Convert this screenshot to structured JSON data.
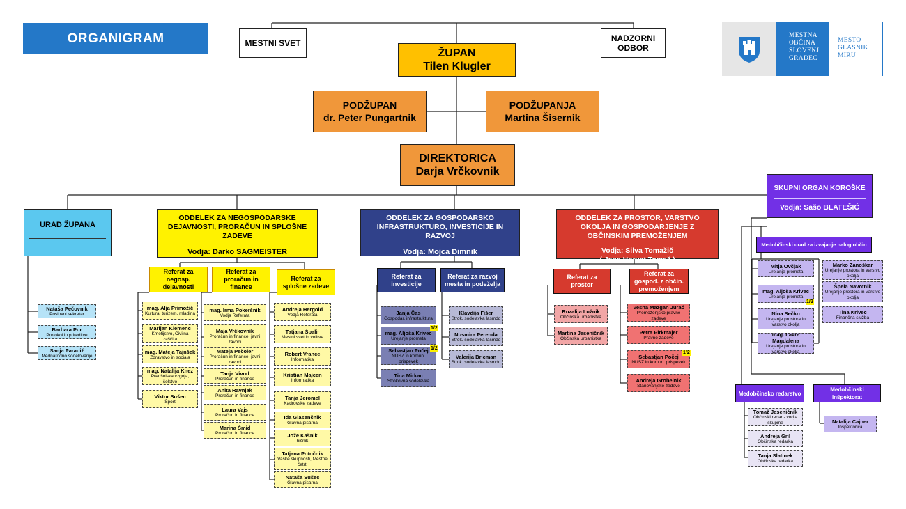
{
  "title": "ORGANIGRAM",
  "mestni_svet": "MESTNI SVET",
  "nadzorni_odbor": "NADZORNI ODBOR",
  "zupan": {
    "role": "ŽUPAN",
    "name": "Tilen Klugler"
  },
  "podzupan": {
    "role": "PODŽUPAN",
    "name": "dr. Peter Pungartnik"
  },
  "podzupanja": {
    "role": "PODŽUPANJA",
    "name": "Martina Šisernik"
  },
  "direktorica": {
    "role": "DIREKTORICA",
    "name": "Darja Vrčkovnik"
  },
  "logo": {
    "line1": "MESTNA",
    "line2": "OBČINA",
    "line3": "SLOVENJ",
    "line4": "GRADEC",
    "motto1": "MESTO",
    "motto2": "GLASNIK",
    "motto3": "MIRU"
  },
  "colors": {
    "banner": "#2478c8",
    "gold": "#ffc000",
    "orange": "#f0973a",
    "cyan": "#5bc8ef",
    "yellow": "#fff200",
    "navy": "#30418a",
    "red": "#d63a2e",
    "purple": "#7230e6"
  },
  "urad": {
    "title": "URAD ŽUPANA",
    "people": [
      {
        "name": "Nataša Pečovnik",
        "role": "Poslovni sekretar"
      },
      {
        "name": "Barbara Pur",
        "role": "Protokol in prireditve"
      },
      {
        "name": "Sanja Paradiž",
        "role": "Mednarodno sodelovanje"
      }
    ]
  },
  "negosp": {
    "title": "ODDELEK ZA NEGOSPODARSKE DEJAVNOSTI, PRORAČUN IN SPLOŠNE ZADEVE",
    "vodja": "Vodja: Darko SAGMEISTER",
    "ref1": {
      "title": "Referat za negosp. dejavnosti",
      "people": [
        {
          "name": "mag. Alja Primožič",
          "role": "Kultura, turizem, mladina"
        },
        {
          "name": "Marijan Klemenc",
          "role": "Kmetijstvo, Civilna zaščita"
        },
        {
          "name": "mag. Mateja Tajnšek",
          "role": "Zdravstvo in sociala"
        },
        {
          "name": "mag. Natalija Knez",
          "role": "Predšolska vzgoja, šolstvo"
        },
        {
          "name": "Viktor Sušec",
          "role": "Šport"
        }
      ]
    },
    "ref2": {
      "title": "Referat za proračun in finance",
      "people": [
        {
          "name": "mag. Irma Pokeršnik",
          "role": "Vodja Referata"
        },
        {
          "name": "Maja Vrčkovnik",
          "role": "Proračun in finance, javni zavodi"
        },
        {
          "name": "Mateja Pečoler",
          "role": "Proračun in finance, javni zavodi"
        },
        {
          "name": "Tanja Vivod",
          "role": "Proračun in finance"
        },
        {
          "name": "Anita Ravnjak",
          "role": "Proračun in finance"
        },
        {
          "name": "Laura Vajs",
          "role": "Proračun in finance"
        },
        {
          "name": "Marina Šmid",
          "role": "Proračun in finance"
        }
      ]
    },
    "ref3": {
      "title": "Referat za splošne zadeve",
      "people": [
        {
          "name": "Andreja Hergold",
          "role": "Vodja Referata"
        },
        {
          "name": "Tatjana Špalir",
          "role": "Mestni svet in volitve"
        },
        {
          "name": "Robert Vrance",
          "role": "Informatika"
        },
        {
          "name": "Kristian Majcen",
          "role": "Informatika"
        },
        {
          "name": "Tanja Jeromel",
          "role": "Kadrovske zadeve"
        },
        {
          "name": "Ida Glasenčnik",
          "role": "Glavna pisarna"
        },
        {
          "name": "Jože Kašnik",
          "role": "hišnik"
        },
        {
          "name": "Tatjana Potočnik",
          "role": "Vaške skupnosti, Mestne četrti"
        },
        {
          "name": "Nataša Sušec",
          "role": "Glavna pisarna"
        }
      ]
    }
  },
  "gosp": {
    "title": "ODDELEK ZA GOSPODARSKO INFRASTRUKTURO, INVESTICIJE IN RAZVOJ",
    "vodja": "Vodja: Mojca Dimnik",
    "ref1": {
      "title": "Referat za investicije",
      "people": [
        {
          "name": "Janja Čas",
          "role": "Gospodar. infrastruktura"
        },
        {
          "name": "mag. Aljoša Krivec",
          "role": "Urejanje prometa"
        },
        {
          "name": "Sebastjan Počej",
          "role": "NUSZ in komun. prispevek"
        },
        {
          "name": "Tina Mirkac",
          "role": "Strokovna sodelavka"
        }
      ]
    },
    "ref2": {
      "title": "Referat za razvoj mesta in podeželja",
      "people": [
        {
          "name": "Klavdija Fišer",
          "role": "Strok. sodelavka lasmdd"
        },
        {
          "name": "Nusmira Perenda",
          "role": "Strok. sodelavka lasmdd"
        },
        {
          "name": "Valerija Bricman",
          "role": "Strok. sodelavka lasmdd"
        }
      ]
    }
  },
  "prostor": {
    "title": "ODDELEK ZA PROSTOR, VARSTVO OKOLJA IN GOSPODARJENJE Z OBČINSKIM PREMOŽENJEM",
    "vodja": "Vodja: Silva Tomažič",
    "vodja2": "( Jana Horvat Tomaž )",
    "ref1": {
      "title": "Referat za prostor",
      "people": [
        {
          "name": "Rozalija Lužnik",
          "role": "Občinska urbanistka"
        },
        {
          "name": "Martina Jeseničnik",
          "role": "Občinska urbanistka"
        }
      ]
    },
    "ref2": {
      "title": "Referat za gospod. z občin. premoženjem",
      "people": [
        {
          "name": "Vesna Mazgan Jurač",
          "role": "Premoženjsko pravne zadeve"
        },
        {
          "name": "Petra Pirkmajer",
          "role": "Pravne zadeve"
        },
        {
          "name": "Sebastjan Počej",
          "role": "NUSZ in komun. prispevek"
        },
        {
          "name": "Andreja Grobelnik",
          "role": "Stanovanjske zadeve"
        }
      ]
    }
  },
  "skupni": {
    "title": "SKUPNI ORGAN KOROŠKE",
    "vodja": "Vodja: Sašo BLATEŠIĆ",
    "urad": {
      "title": "Medobčinski urad za izvajanje nalog občin",
      "col1": [
        {
          "name": "Mitja Ovčjak",
          "role": "Urejanje prometa"
        },
        {
          "name": "mag. Aljoša Krivec",
          "role": "Urejanje prometa"
        },
        {
          "name": "Nina Sečko",
          "role": "Urejanje prostora in varstvo okolja"
        },
        {
          "name": "mag. Lavre Magdalena",
          "role": "Urejanje prostora in varstvo okolja"
        }
      ],
      "col2": [
        {
          "name": "Marko Zanoškar",
          "role": "Urejanje prostora in varstvo okolja"
        },
        {
          "name": "Špela Navotnik",
          "role": "Urejanje prostora in varstvo okolja"
        },
        {
          "name": "Tina Krivec",
          "role": "Finančna služba"
        }
      ]
    },
    "redarstvo": {
      "title": "Medobčinsko redarstvo",
      "people": [
        {
          "name": "Tomaž Jesenićnik",
          "role": "Občinski redar - vodja skupine"
        },
        {
          "name": "Andreja Gril",
          "role": "Občinska redarka"
        },
        {
          "name": "Tanja Slatinek",
          "role": "Občinska redarka"
        }
      ]
    },
    "inspektorat": {
      "title": "Medobčinski inšpektorat",
      "people": [
        {
          "name": "Natalija Cajner",
          "role": "Inšpektorica"
        }
      ]
    }
  },
  "half_mark": "1/2"
}
